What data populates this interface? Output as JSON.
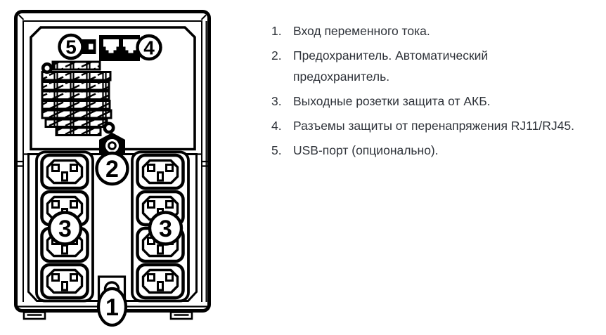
{
  "diagram": {
    "description": "UPS rear panel line drawing",
    "callouts": {
      "c1": "1",
      "c2": "2",
      "c3_left": "3",
      "c3_right": "3",
      "c4": "4",
      "c5": "5"
    }
  },
  "legend": {
    "items": [
      {
        "num": "1.",
        "text": "Вход переменного тока."
      },
      {
        "num": "2.",
        "text": "Предохранитель. Автоматический предохранитель."
      },
      {
        "num": "3.",
        "text": "Выходные розетки защита от АКБ."
      },
      {
        "num": "4.",
        "text": "Разъемы защиты от перенапряжения RJ11/RJ45."
      },
      {
        "num": "5.",
        "text": "USB-порт (опционально)."
      }
    ]
  },
  "colors": {
    "line": "#000000",
    "text": "#2f333a",
    "background": "#ffffff"
  }
}
